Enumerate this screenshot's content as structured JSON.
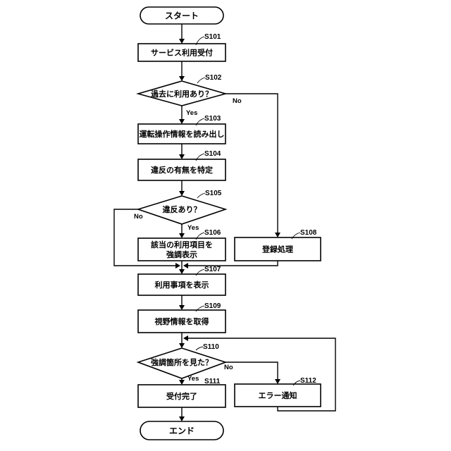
{
  "terminals": {
    "start": "スタート",
    "end": "エンド"
  },
  "steps": {
    "s101": {
      "id": "S101",
      "text": "サービス利用受付"
    },
    "s102": {
      "id": "S102",
      "text": "過去に利用あり？"
    },
    "s103": {
      "id": "S103",
      "text": "運転操作情報を読み出し"
    },
    "s104": {
      "id": "S104",
      "text": "違反の有無を特定"
    },
    "s105": {
      "id": "S105",
      "text": "違反あり？"
    },
    "s106": {
      "id": "S106",
      "line1": "該当の利用項目を",
      "line2": "強調表示"
    },
    "s107": {
      "id": "S107",
      "text": "利用事項を表示"
    },
    "s108": {
      "id": "S108",
      "text": "登録処理"
    },
    "s109": {
      "id": "S109",
      "text": "視野情報を取得"
    },
    "s110": {
      "id": "S110",
      "text": "強調箇所を見た？"
    },
    "s111": {
      "id": "S111",
      "text": "受付完了"
    },
    "s112": {
      "id": "S112",
      "text": "エラー通知"
    }
  },
  "branches": {
    "yes": "Yes",
    "no": "No"
  }
}
